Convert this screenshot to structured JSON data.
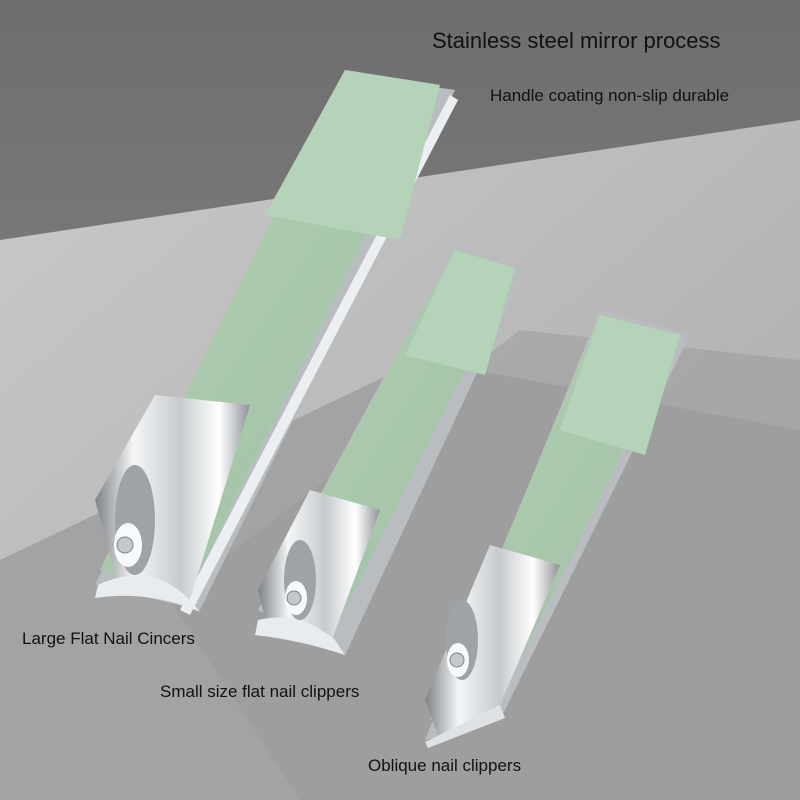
{
  "headline": "Stainless steel mirror process",
  "subline": "Handle coating non-slip durable",
  "products": [
    {
      "label": "Large Flat Nail Cincers"
    },
    {
      "label": "Small size flat nail clippers"
    },
    {
      "label": "Oblique nail clippers"
    }
  ],
  "colors": {
    "background_top": "#7a7a7a",
    "background_wall": "#bdbdbd",
    "floor": "#9e9e9e",
    "handle_coating": "#a9c7ac",
    "steel": "#d9dcde"
  }
}
